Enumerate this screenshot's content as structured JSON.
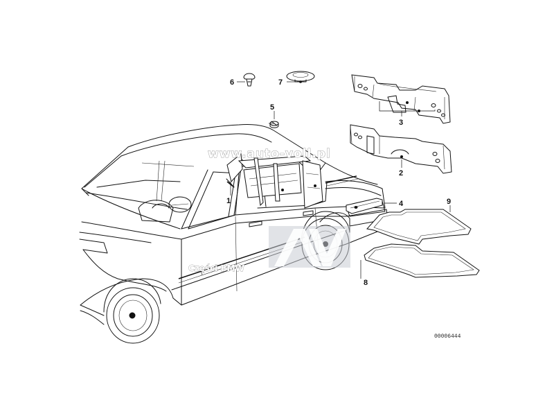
{
  "diagram": {
    "callouts": [
      {
        "id": "1",
        "label": "1"
      },
      {
        "id": "2",
        "label": "2"
      },
      {
        "id": "3",
        "label": "3"
      },
      {
        "id": "4",
        "label": "4"
      },
      {
        "id": "5",
        "label": "5"
      },
      {
        "id": "6",
        "label": "6"
      },
      {
        "id": "7",
        "label": "7"
      },
      {
        "id": "8",
        "label": "8"
      },
      {
        "id": "9",
        "label": "9"
      }
    ],
    "document_number": "00006444"
  },
  "watermark": {
    "url": "www.auto-voll.pl",
    "logo_text": "AV",
    "caption": "Części BMW"
  }
}
